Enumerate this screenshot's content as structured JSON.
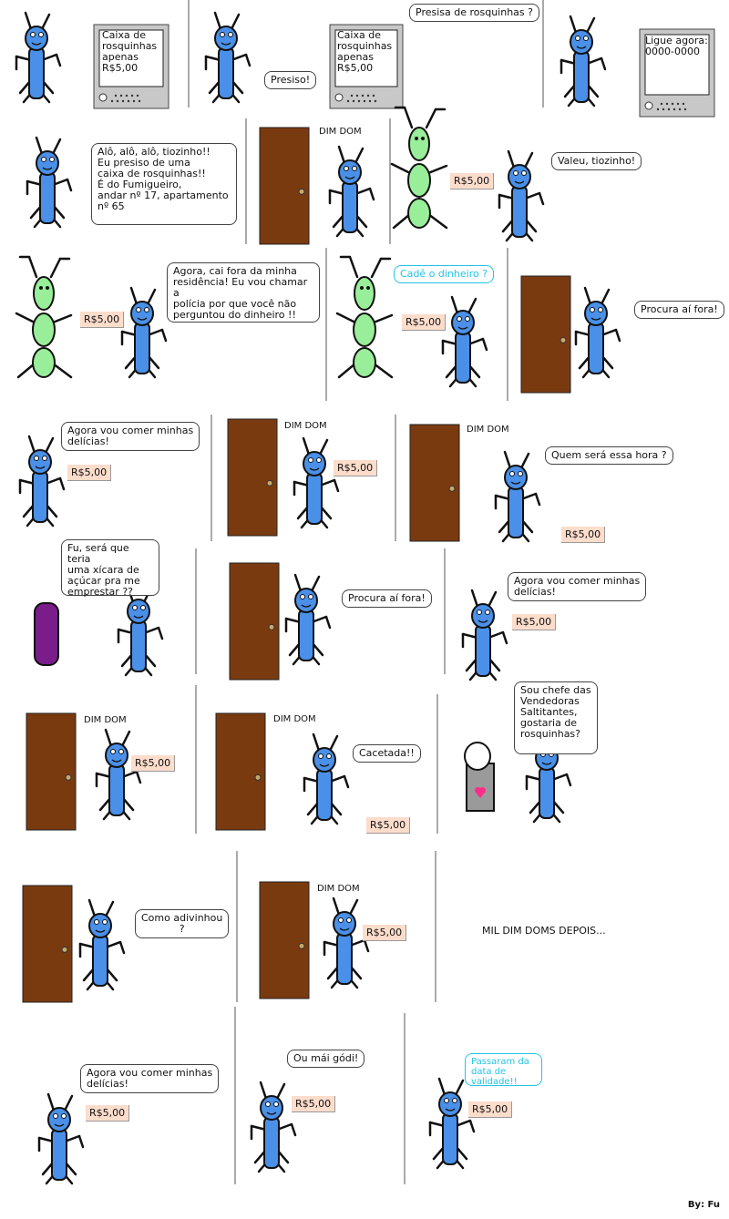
{
  "panels": [
    {
      "sign": "Caixa de\nrosquinhas\napenas\nR$5,00"
    },
    {
      "speech": "Presiso!",
      "sign": "Caixa de\nrosquinhas\napenas\nR$5,00",
      "speech2": "Presisa de rosquinhas ?"
    },
    {
      "sign": "Ligue agora:\n0000-0000"
    },
    {
      "speech": "Alô, alô, alô, tiozinho!!\nEu presiso de   uma\ncaixa de rosquinhas!!\nÉ do Fumigueiro,\nandar nº 17, apartamento\nnº 65"
    },
    {
      "sfx": "DIM DOM"
    },
    {
      "money": "R$5,00",
      "speech": "Valeu, tiozinho!"
    },
    {
      "money": "R$5,00",
      "speech": "Agora, cai fora da minha\nresidência! Eu vou chamar a\npolícia por que você não\nperguntou do dinheiro !!"
    },
    {
      "money": "R$5,00",
      "speech": "Cadê o dinheiro ?"
    },
    {
      "speech": "Procura aí fora!"
    },
    {
      "money": "R$5,00",
      "speech": "Agora vou comer minhas\ndelícias!"
    },
    {
      "sfx": "DIM DOM",
      "money": "R$5,00"
    },
    {
      "sfx": "DIM DOM",
      "speech": "Quem será essa hora ?",
      "money": "R$5,00"
    },
    {
      "speech": "Fu, será que teria\numa xícara de\naçúcar pra me\nemprestar ??"
    },
    {
      "speech": "Procura aí fora!"
    },
    {
      "speech": "Agora vou comer minhas\ndelícias!",
      "money": "R$5,00"
    },
    {
      "sfx": "DIM DOM",
      "money": "R$5,00"
    },
    {
      "sfx": "DIM DOM",
      "speech": "Cacetada!!",
      "money": "R$5,00"
    },
    {
      "speech": "Sou chefe das\nVendedoras\nSaltitantes,\ngostaria de\nrosquinhas?"
    },
    {
      "speech": "Como adivinhou\n?"
    },
    {
      "sfx": "DIM DOM",
      "money": "R$5,00"
    },
    {
      "caption": "MIL DIM DOMS DEPOIS..."
    },
    {
      "speech": "Agora vou comer minhas\ndelícias!",
      "money": "R$5,00"
    },
    {
      "speech": "Ou mái gódi!",
      "money": "R$5,00"
    },
    {
      "speech": "Passaram da\ndata de\nvalidade!!",
      "money": "R$5,00"
    }
  ],
  "credit": "By: Fu",
  "colors": {
    "ant_blue": "#4a90e8",
    "ant_green": "#99ee99",
    "ant_purple": "#7a1c8a",
    "door_brown": "#7a3a10",
    "money_bg": "#fcdccb",
    "cyan_text": "#22c4e6",
    "sign_gray": "#c8c8c8"
  }
}
